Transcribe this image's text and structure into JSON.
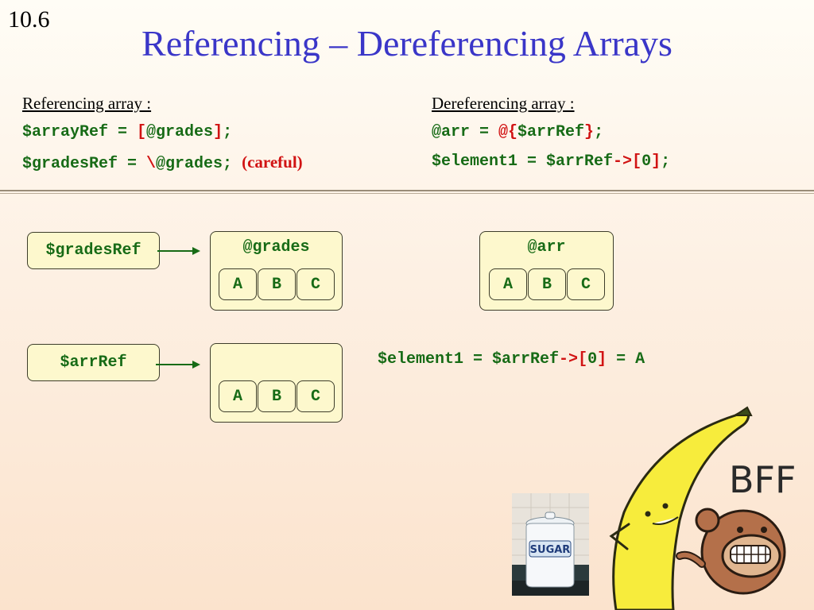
{
  "slide": {
    "number": "10.6",
    "title": "Referencing – Dereferencing Arrays"
  },
  "referencing": {
    "heading": "Referencing array :",
    "line1": {
      "lhs": "$arrayRef = ",
      "open": "[",
      "mid": "@grades",
      "close": "]",
      "end": ";"
    },
    "line2": {
      "lhs": "$gradesRef = ",
      "op": "\\",
      "rest": "@grades;",
      "note": "(careful)"
    }
  },
  "dereferencing": {
    "heading": "Dereferencing array :",
    "line1": {
      "lhs": "@arr = ",
      "open": "@{",
      "mid": "$arrRef",
      "close": "}",
      "end": ";"
    },
    "line2": {
      "lhs": "$element1 = $arrRef",
      "arrow": "->",
      "open": "[",
      "index": "0",
      "close": "]",
      "end": ";"
    }
  },
  "diagram": {
    "grades_ref_label": "$gradesRef",
    "grades_array_label": "@grades",
    "grades_cells": [
      "A",
      "B",
      "C"
    ],
    "arr_label": "@arr",
    "arr_cells": [
      "A",
      "B",
      "C"
    ],
    "arr_ref_label": "$arrRef",
    "anon_cells": [
      "A",
      "B",
      "C"
    ],
    "result": {
      "lhs": "$element1 = $arrRef",
      "arrow": "->",
      "open": "[",
      "index": "0",
      "close": "]",
      "rhs": " = A"
    }
  },
  "images": {
    "sugar_jar_label": "SUGAR",
    "banana_caption": "BFF"
  },
  "colors": {
    "title": "#3a36c8",
    "code": "#176b16",
    "operator": "#d11313",
    "box_fill": "#fdf8cd",
    "arrow": "#176b16"
  }
}
